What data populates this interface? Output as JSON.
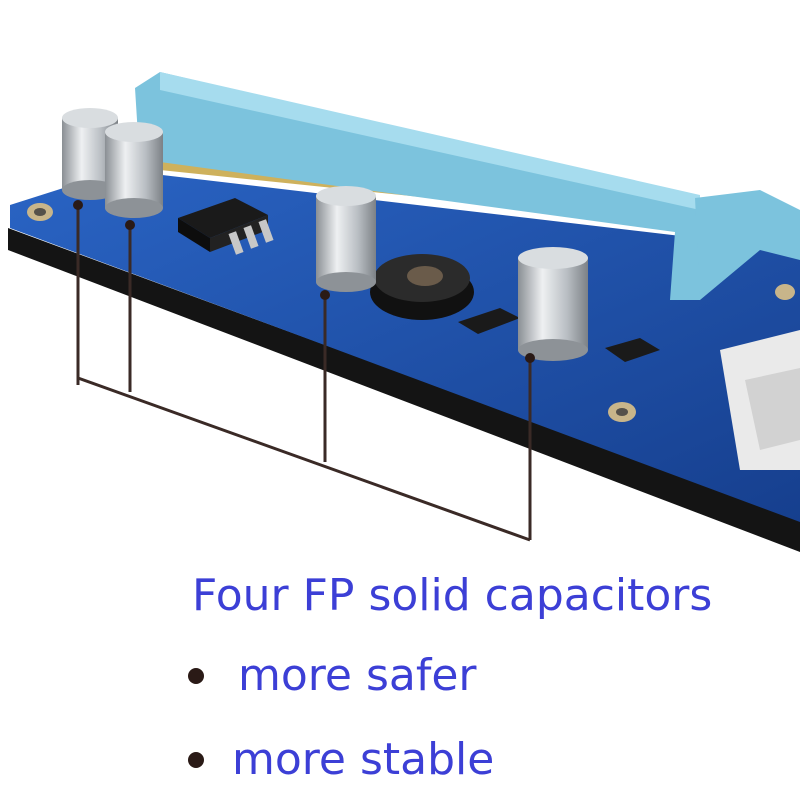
{
  "caption": {
    "headline": "Four FP solid capacitors",
    "bullets": [
      "more safer",
      "more stable"
    ]
  },
  "colors": {
    "caption_text": "#3c3fd6",
    "bullet_dot": "#2a1a16",
    "pcb_blue": "#1f4fa8",
    "pcie_slot": "#7cc3dd",
    "pointer_line": "#3a2a26"
  },
  "icons": {
    "capacitor": "capacitor-icon",
    "chip": "chip-icon",
    "inductor": "inductor-icon"
  }
}
